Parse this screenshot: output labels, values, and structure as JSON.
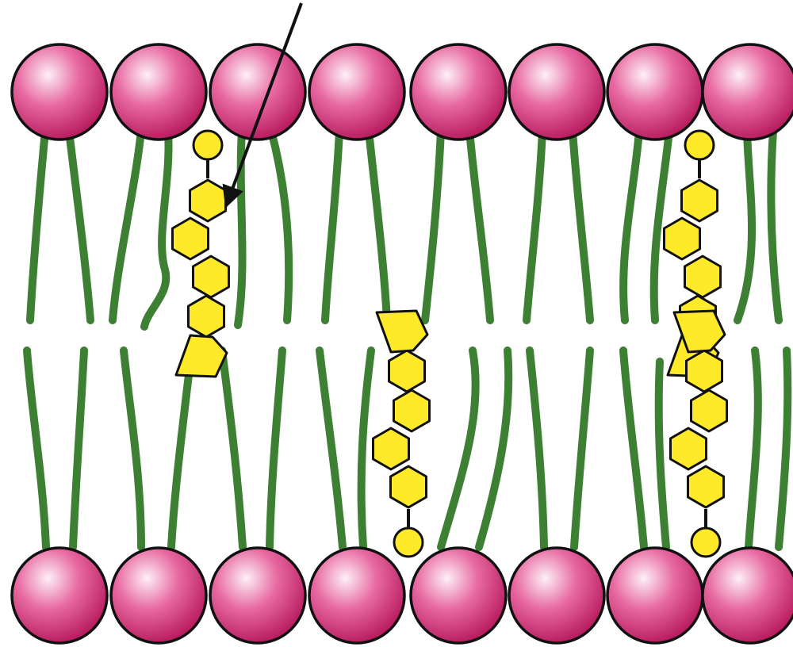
{
  "colors": {
    "background": "#ffffff",
    "head_light": "#fdf0f6",
    "head_mid": "#e86aa2",
    "head_dark": "#b5175a",
    "tail": "#3d7f33",
    "cholesterol": "#ffea2a",
    "outline": "#111111"
  },
  "icons": {
    "phospholipid_head": "pink-sphere",
    "fatty_acid_tail": "green-curved-line",
    "cholesterol": "yellow-fused-rings",
    "pointer": "arrow"
  },
  "membrane": {
    "top_layer": {
      "head_count": 8,
      "cholesterol_count": 2
    },
    "bottom_layer": {
      "head_count": 8,
      "cholesterol_count": 2
    }
  }
}
